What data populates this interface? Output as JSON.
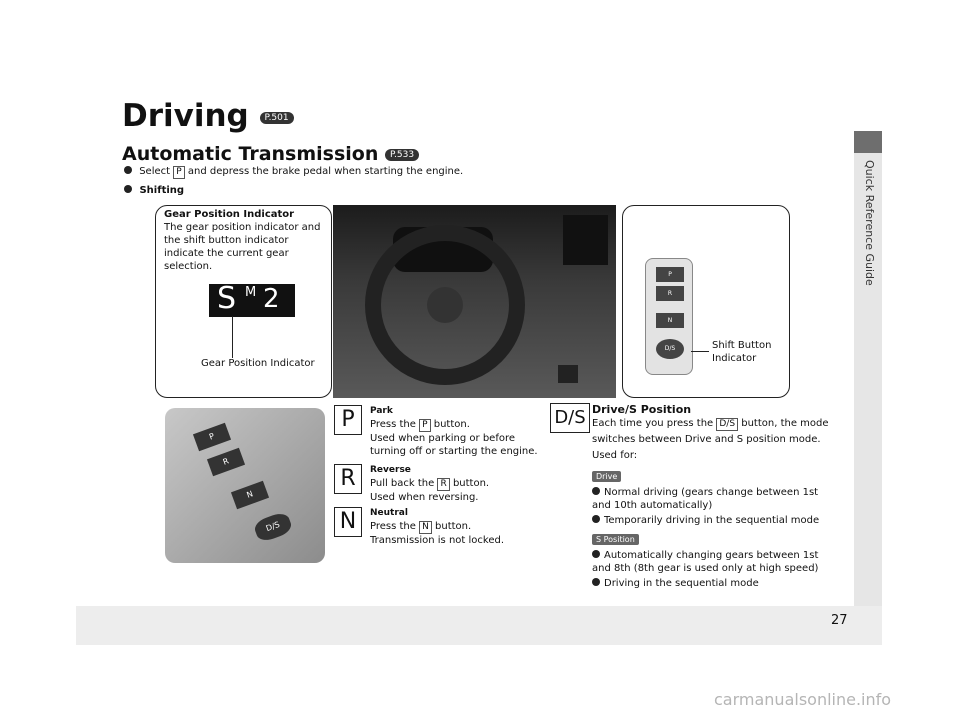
{
  "page": {
    "number": "27",
    "side_tab_label": "Quick Reference Guide"
  },
  "header": {
    "title": "Driving",
    "title_ref": "P.501",
    "subtitle": "Automatic Transmission",
    "subtitle_ref": "P.533"
  },
  "intro": {
    "select_prefix": "Select",
    "select_key": "P",
    "select_suffix": "and depress the brake pedal when starting the engine.",
    "shifting": "Shifting"
  },
  "left_callout": {
    "heading": "Gear Position Indicator",
    "text": "The gear position indicator and the shift button indicator indicate the current gear selection.",
    "display_main": "S",
    "display_super": "M",
    "display_gear": "2",
    "label": "Gear Position Indicator"
  },
  "right_callout": {
    "label_line1": "Shift Button",
    "label_line2": "Indicator",
    "buttons": [
      "P",
      "R",
      "N",
      "D/S"
    ]
  },
  "panel_buttons": [
    "P",
    "R",
    "N",
    "D/S"
  ],
  "gears": [
    {
      "letter": "P",
      "heading": "Park",
      "line1_prefix": "Press the",
      "key": "P",
      "line1_suffix": "button.",
      "line2": "Used when parking or before turning off or starting the engine."
    },
    {
      "letter": "R",
      "heading": "Reverse",
      "line1_prefix": "Pull back the",
      "key": "R",
      "line1_suffix": "button.",
      "line2": "Used when reversing."
    },
    {
      "letter": "N",
      "heading": "Neutral",
      "line1_prefix": "Press the",
      "key": "N",
      "line1_suffix": "button.",
      "line2": "Transmission is not locked."
    }
  ],
  "ds": {
    "letter": "D/S",
    "heading": "Drive/S Position",
    "line_prefix": "Each time you press the",
    "key": "D/S",
    "line_suffix": "button, the mode switches between Drive and S position mode.",
    "used_for": "Used for:",
    "drive_tag": "Drive",
    "drive_items": [
      "Normal driving (gears change between 1st and 10th automatically)",
      "Temporarily driving in the sequential mode"
    ],
    "s_tag": "S Position",
    "s_items": [
      "Automatically changing gears between 1st and 8th (8th gear is used only at high speed)",
      "Driving in the sequential mode"
    ]
  },
  "footer": {
    "watermark": "carmanualsonline.info"
  }
}
